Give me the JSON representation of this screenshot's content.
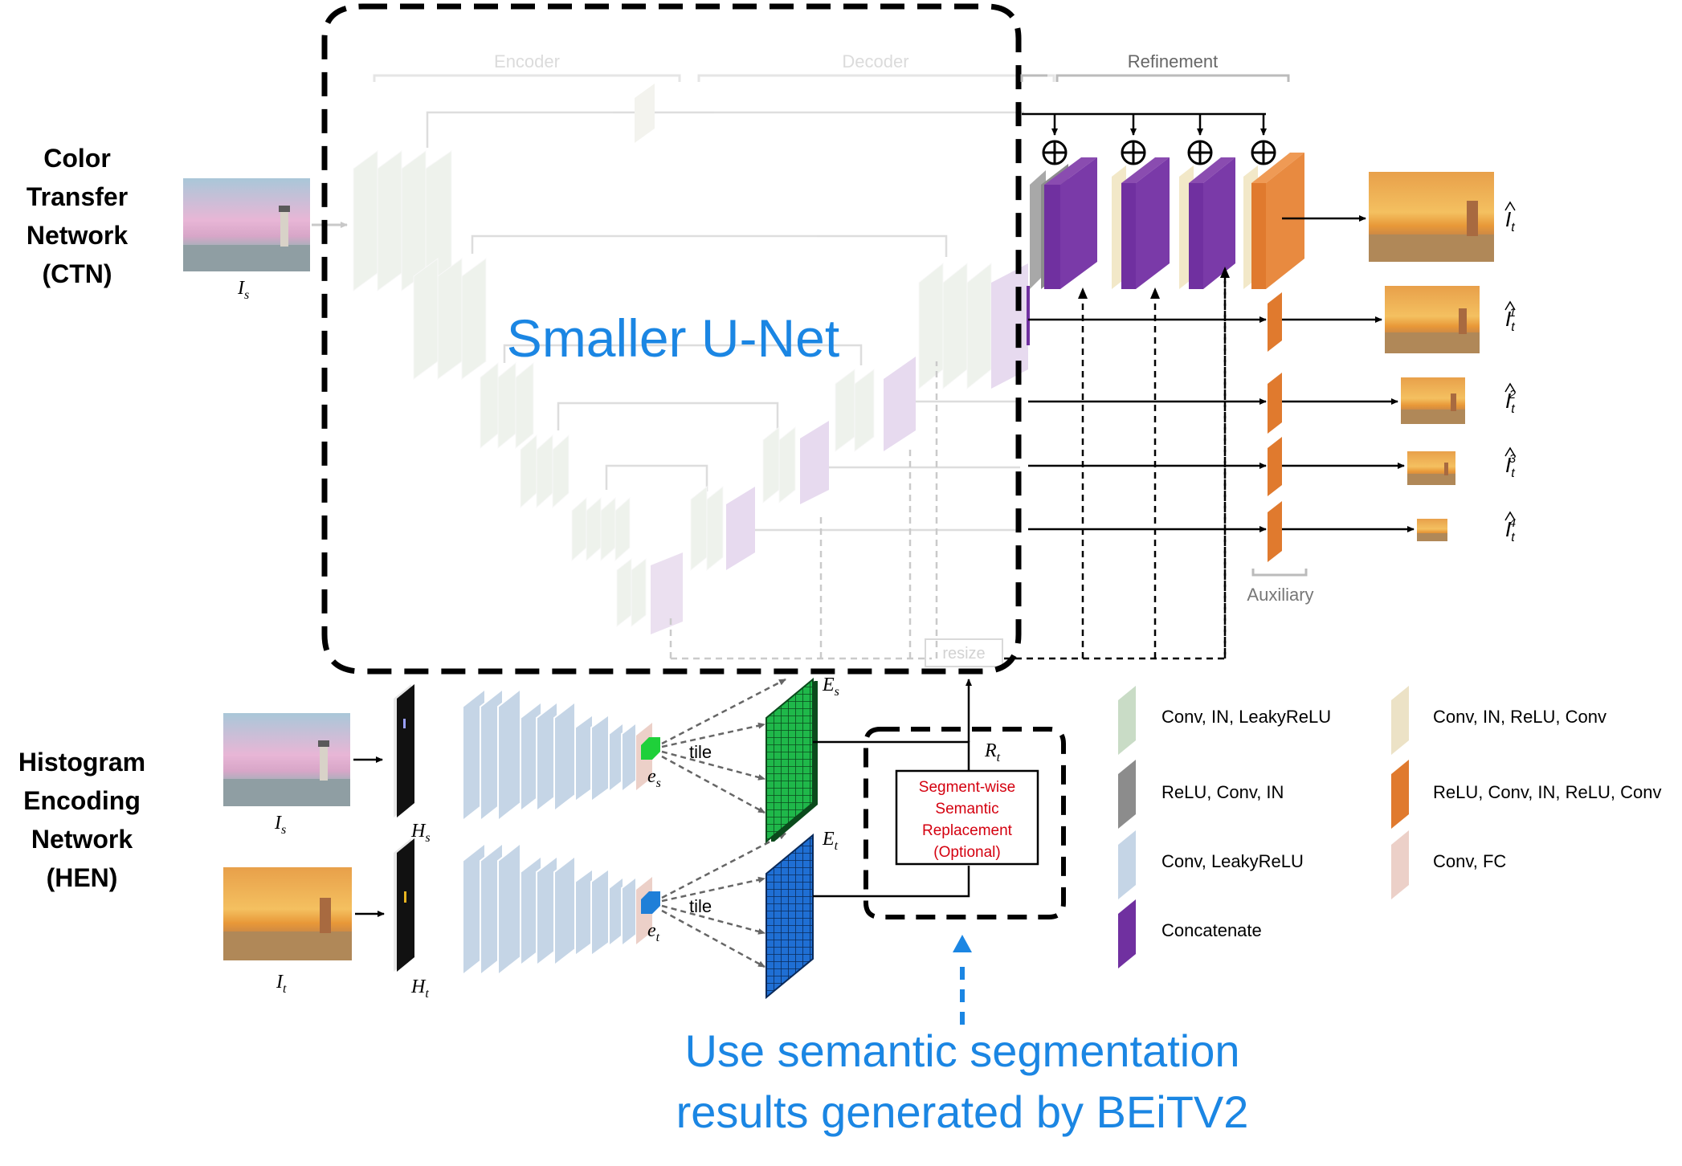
{
  "ctn": {
    "label_lines": [
      "Color",
      "Transfer",
      "Network",
      "(CTN)"
    ],
    "source_image_label": "I",
    "source_image_sub": "s"
  },
  "hen": {
    "label_lines": [
      "Histogram",
      "Encoding",
      "Network",
      "(HEN)"
    ],
    "img_s_label": "I",
    "img_s_sub": "s",
    "img_t_label": "I",
    "img_t_sub": "t",
    "hist_s_label": "H",
    "hist_s_sub": "s",
    "hist_t_label": "H",
    "hist_t_sub": "t",
    "emb_s_label": "e",
    "emb_s_sub": "s",
    "emb_t_label": "e",
    "emb_t_sub": "t",
    "tile_s": "tile",
    "tile_t": "tile",
    "feat_s_label": "E",
    "feat_s_sub": "s",
    "feat_t_label": "E",
    "feat_t_sub": "t",
    "r_label": "R",
    "r_sub": "t"
  },
  "sections": {
    "encoder": "Encoder",
    "decoder": "Decoder",
    "refinement": "Refinement",
    "auxiliary": "Auxiliary",
    "resize": "resize"
  },
  "outputs": [
    {
      "label": "I",
      "sub": "t",
      "sup": ""
    },
    {
      "label": "I",
      "sub": "t",
      "sup": "1"
    },
    {
      "label": "I",
      "sub": "t",
      "sup": "2"
    },
    {
      "label": "I",
      "sub": "t",
      "sup": "3"
    },
    {
      "label": "I",
      "sub": "t",
      "sup": "4"
    }
  ],
  "overlay": {
    "unet_label": "Smaller U-Net",
    "replacement_lines": [
      "Segment-wise",
      "Semantic",
      "Replacement",
      "(Optional)"
    ],
    "beit_lines": [
      "Use semantic segmentation",
      "results generated by BEiTV2"
    ]
  },
  "legend": [
    {
      "label": "Conv, IN, LeakyReLU",
      "color": "#c9dcc6"
    },
    {
      "label": "ReLU, Conv, IN",
      "color": "#8c8c8c"
    },
    {
      "label": "Conv, LeakyReLU",
      "color": "#c5d5e6"
    },
    {
      "label": "Concatenate",
      "color": "#7030a0"
    },
    {
      "label": "Conv, IN, ReLU, Conv",
      "color": "#ece2c6"
    },
    {
      "label": "ReLU, Conv, IN, ReLU, Conv",
      "color": "#e07a2e"
    },
    {
      "label": "Conv, FC",
      "color": "#ecd0c8"
    }
  ],
  "colors": {
    "accent_blue": "#1b86e3",
    "replacement_red": "#d4000f",
    "purple": "#7030a0",
    "orange": "#e07a2e",
    "green_grid": "#1fb84a",
    "blue_grid": "#1f6fd4"
  }
}
